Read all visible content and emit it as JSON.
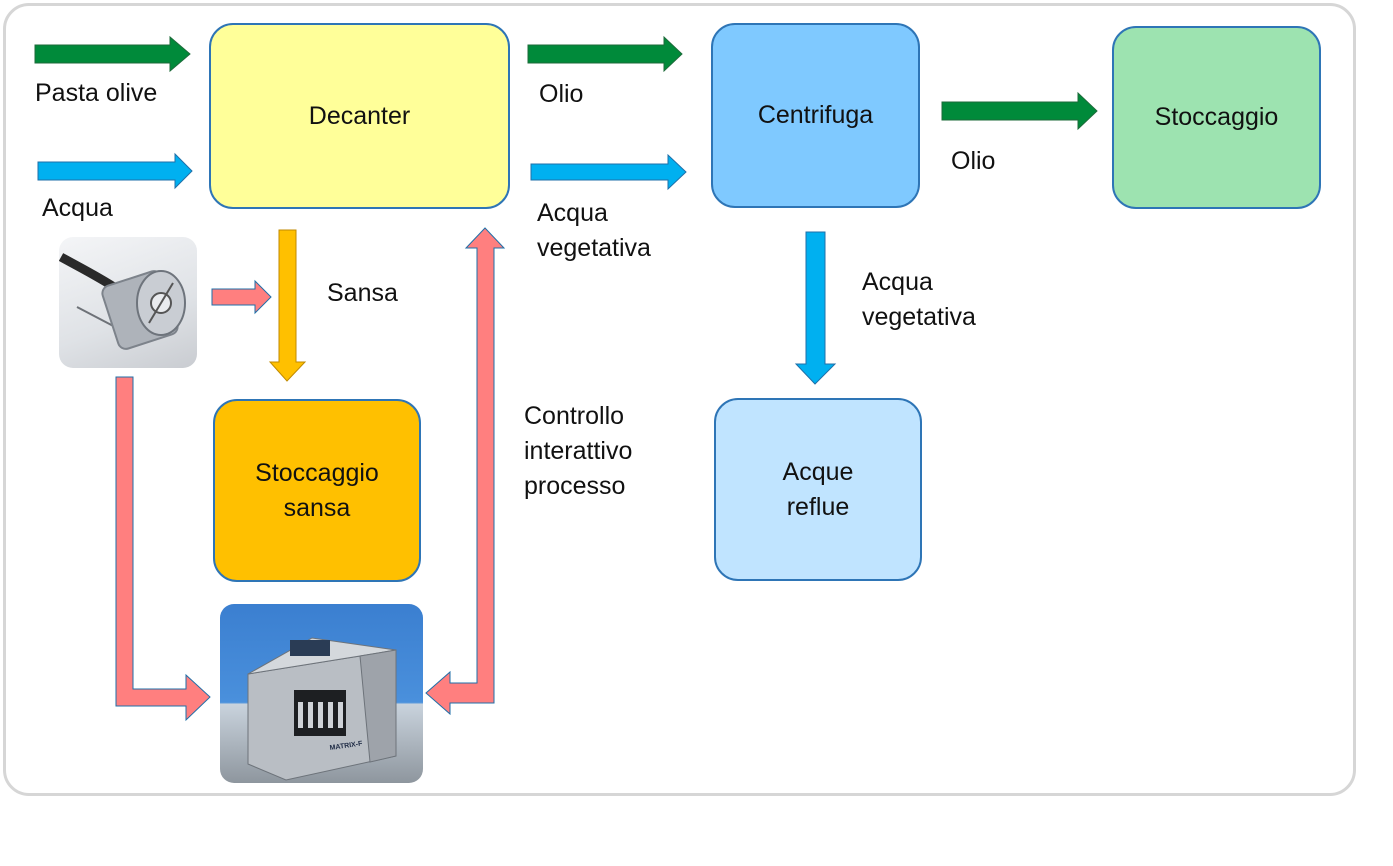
{
  "boxes": {
    "decanter": "Decanter",
    "centrifuga": "Centrifuga",
    "stoccaggio": "Stoccaggio",
    "stoccaggio_sansa": "Stoccaggio\nsansa",
    "acque_reflue": "Acque\nreflue"
  },
  "labels": {
    "pasta_olive": "Pasta olive",
    "acqua": "Acqua",
    "olio_1": "Olio",
    "acqua_vegetativa_1": "Acqua\nvegetativa",
    "olio_2": "Olio",
    "acqua_vegetativa_2": "Acqua\nvegetativa",
    "sansa": "Sansa",
    "controllo": "Controllo\ninterattivo\nprocesso"
  },
  "images": {
    "probe": "probe-photo",
    "analyzer": "analyzer-photo",
    "analyzer_label": "MATRIX-F"
  },
  "colors": {
    "green_arrow": "#008a3a",
    "blue_arrow": "#00b0f0",
    "red_arrow": "#ff7f7f",
    "orange_arrow": "#ffc000",
    "decanter_fill": "#ffff99",
    "centrifuga_fill": "#7fc9ff",
    "stoccaggio_fill": "#9de3b0",
    "sansa_fill": "#ffc000",
    "reflue_fill": "#c0e4ff"
  }
}
